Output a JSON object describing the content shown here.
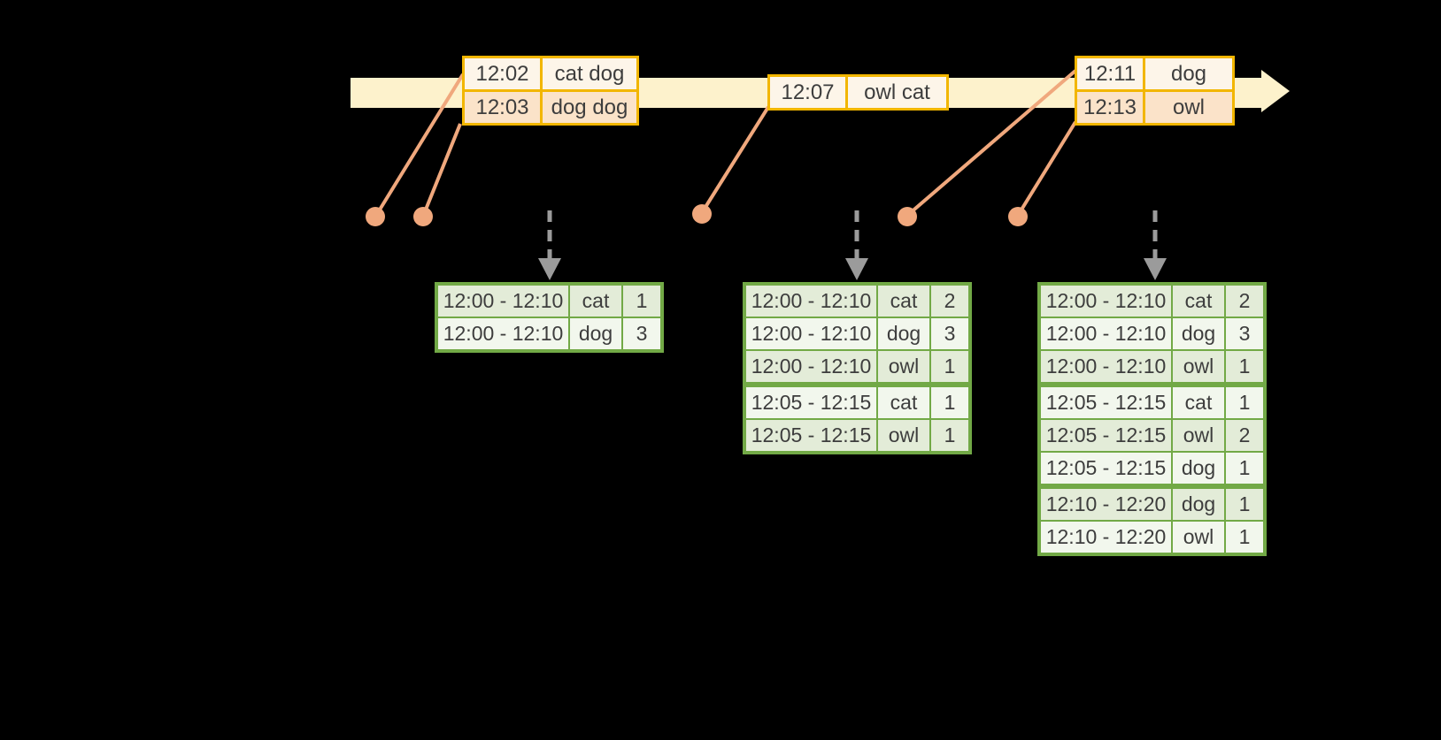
{
  "colors": {
    "background": "#000000",
    "timeline_band": "#fdf2cc",
    "event_table_border": "#f2b600",
    "event_row_peach": "#fbe3c9",
    "event_row_cream": "#fdf5e9",
    "connector_orange": "#f0a87d",
    "trigger_arrow_gray": "#9b9b9b",
    "result_table_border": "#72a946",
    "result_row_dark": "#e3ecd8",
    "result_row_light": "#f2f7ed",
    "text": "#3d3d3d"
  },
  "event_tables": [
    {
      "rows": [
        {
          "time": "12:02",
          "words": "cat dog"
        },
        {
          "time": "12:03",
          "words": "dog dog"
        }
      ]
    },
    {
      "rows": [
        {
          "time": "12:07",
          "words": "owl cat"
        }
      ]
    },
    {
      "rows": [
        {
          "time": "12:11",
          "words": "dog"
        },
        {
          "time": "12:13",
          "words": "owl"
        }
      ]
    }
  ],
  "result_tables": [
    {
      "rows": [
        {
          "window": "12:00 - 12:10",
          "word": "cat",
          "count": "1"
        },
        {
          "window": "12:00 - 12:10",
          "word": "dog",
          "count": "3"
        }
      ]
    },
    {
      "rows": [
        {
          "window": "12:00 - 12:10",
          "word": "cat",
          "count": "2"
        },
        {
          "window": "12:00 - 12:10",
          "word": "dog",
          "count": "3"
        },
        {
          "window": "12:00 - 12:10",
          "word": "owl",
          "count": "1"
        },
        {
          "window": "12:05 - 12:15",
          "word": "cat",
          "count": "1"
        },
        {
          "window": "12:05 - 12:15",
          "word": "owl",
          "count": "1"
        }
      ]
    },
    {
      "rows": [
        {
          "window": "12:00 - 12:10",
          "word": "cat",
          "count": "2"
        },
        {
          "window": "12:00 - 12:10",
          "word": "dog",
          "count": "3"
        },
        {
          "window": "12:00 - 12:10",
          "word": "owl",
          "count": "1"
        },
        {
          "window": "12:05 - 12:15",
          "word": "cat",
          "count": "1"
        },
        {
          "window": "12:05 - 12:15",
          "word": "owl",
          "count": "2"
        },
        {
          "window": "12:05 - 12:15",
          "word": "dog",
          "count": "1"
        },
        {
          "window": "12:10 - 12:20",
          "word": "dog",
          "count": "1"
        },
        {
          "window": "12:10 - 12:20",
          "word": "owl",
          "count": "1"
        }
      ]
    }
  ]
}
